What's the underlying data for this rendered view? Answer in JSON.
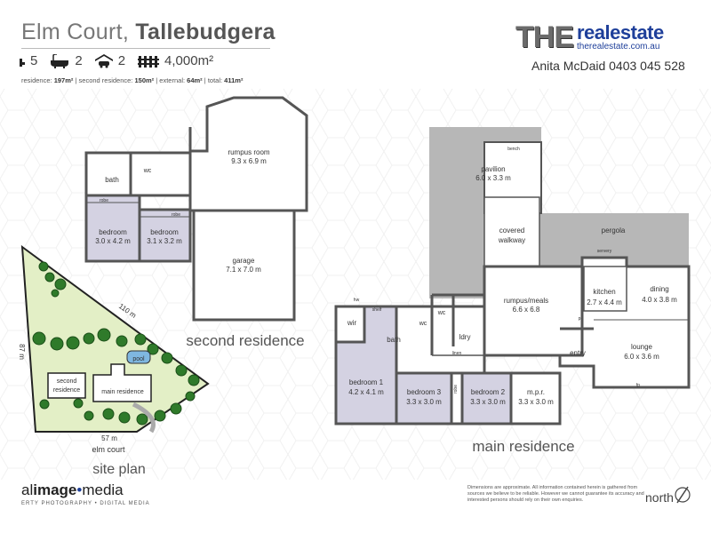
{
  "header": {
    "street": "Elm Court,",
    "suburb": "Tallebudgera"
  },
  "stats": {
    "bedrooms": "5",
    "bathrooms": "2",
    "garages": "2",
    "land": "4,000m²"
  },
  "areas": {
    "residence_label": "residence:",
    "residence": "197m²",
    "second_label": "| second residence:",
    "second": "150m²",
    "external_label": "| external:",
    "external": "64m²",
    "total_label": "| total:",
    "total": "411m²"
  },
  "logo": {
    "the": "THE",
    "realestate": "realestate",
    "url": "therealestate.com.au"
  },
  "agent": "Anita McDaid 0403 045 528",
  "second_residence": {
    "caption": "second residence",
    "rooms": {
      "rumpus_name": "rumpus room",
      "rumpus_size": "9.3 x 6.9 m",
      "bath": "bath",
      "wc": "wc",
      "robe1": "robe",
      "robe2": "robe",
      "bed1_name": "bedroom",
      "bed1_size": "3.0 x 4.2 m",
      "bed2_name": "bedroom",
      "bed2_size": "3.1 x 3.2 m",
      "garage_name": "garage",
      "garage_size": "7.1 x 7.0 m"
    }
  },
  "main_residence": {
    "caption": "main residence",
    "rooms": {
      "pavilion_name": "pavilion",
      "pavilion_size": "6.0 x 3.3 m",
      "bench": "bench",
      "covered1": "covered",
      "covered2": "walkway",
      "pergola": "pergola",
      "servery": "servery",
      "rumpus_name": "rumpus/meals",
      "rumpus_size": "6.6 x 6.8",
      "kitchen_name": "kitchen",
      "kitchen_size": "2.7 x 4.4 m",
      "dining_name": "dining",
      "dining_size": "4.0 x 3.8 m",
      "entry": "entry",
      "lounge_name": "lounge",
      "lounge_size": "6.0 x 3.6 m",
      "fp": "fp",
      "p": "p",
      "wir": "wir",
      "hw": "hw",
      "shelf": "shelf",
      "bath": "bath",
      "wc1": "wc",
      "wc2": "wc",
      "ldry": "ldry",
      "linen": "linen",
      "bed1_name": "bedroom 1",
      "bed1_size": "4.2 x 4.1 m",
      "bed3_name": "bedroom 3",
      "bed3_size": "3.3 x 3.0 m",
      "bed2_name": "bedroom 2",
      "bed2_size": "3.3 x 3.0 m",
      "robe": "robe",
      "mpr_name": "m.p.r.",
      "mpr_size": "3.3 x 3.0 m"
    }
  },
  "site_plan": {
    "caption": "site plan",
    "dim_top": "110 m",
    "dim_left": "87 m",
    "dim_bottom": "57 m",
    "street": "elm court",
    "pool": "pool",
    "second1": "second",
    "second2": "residence",
    "main": "main residence"
  },
  "footer": {
    "brand_a": "al",
    "brand_b": "image",
    "brand_c": "media",
    "tagline": "ERTY PHOTOGRAPHY • DIGITAL MEDIA",
    "disclaimer": "Dimensions are approximate. All information contained herein is gathered from sources we believe to be reliable. However we cannot guarantee its accuracy and interested persons should rely on their own enquiries.",
    "north": "north"
  },
  "colors": {
    "wall": "#555555",
    "bedroom": "#d4d2e2",
    "roof": "#b7b7b7",
    "site": "#e3efc6",
    "tree": "#2f7a2a",
    "brand": "#1e3f9a"
  }
}
